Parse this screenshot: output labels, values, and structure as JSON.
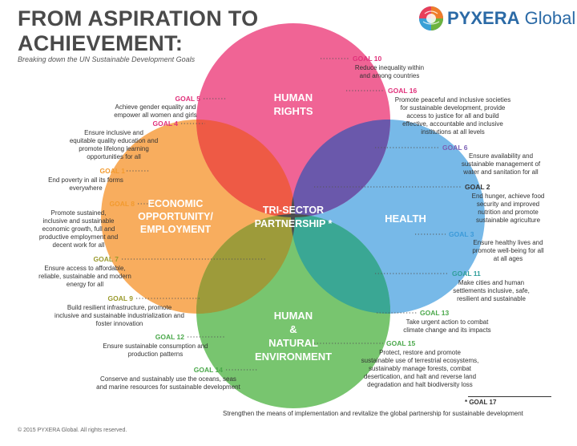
{
  "header": {
    "title_line1": "FROM ASPIRATION TO",
    "title_line2": "ACHIEVEMENT:",
    "subtitle": "Breaking down the UN Sustainable Development Goals"
  },
  "logo": {
    "brand_bold": "PYXERA",
    "brand_light": "Global",
    "icon": "globe-icon"
  },
  "circles": {
    "human_rights": {
      "line1": "HUMAN",
      "line2": "RIGHTS",
      "color": "#ef5c8f"
    },
    "health": {
      "label": "HEALTH",
      "color": "#6bb3e6"
    },
    "economic": {
      "line1": "ECONOMIC",
      "line2": "OPPORTUNITY/",
      "line3": "EMPLOYMENT",
      "color": "#f7a650"
    },
    "environment": {
      "line1": "HUMAN",
      "line2": "&",
      "line3": "NATURAL",
      "line4": "ENVIRONMENT",
      "color": "#6cc063"
    },
    "center": {
      "line1": "TRI-SECTOR",
      "line2": "PARTNERSHIP *",
      "color": "#4d4d4d"
    }
  },
  "goals": {
    "g10": {
      "label": "GOAL 10",
      "desc1": "Reduce inequality within",
      "desc2": "and among countries",
      "color": "#e0307a"
    },
    "g16": {
      "label": "GOAL 16",
      "desc1": "Promote peaceful and inclusive societies",
      "desc2": "for sustainable development, provide",
      "desc3": "access to justice for all and build",
      "desc4": "effective, accountable and inclusive",
      "desc5": "institutions at all levels",
      "color": "#e0307a"
    },
    "g5": {
      "label": "GOAL 5",
      "desc1": "Achieve gender equality and",
      "desc2": "empower all women and girls",
      "color": "#e0307a"
    },
    "g4": {
      "label": "GOAL 4",
      "desc1": "Ensure inclusive and",
      "desc2": "equitable quality education and",
      "desc3": "promote lifelong learning",
      "desc4": "opportunities for all",
      "color": "#e0307a"
    },
    "g6": {
      "label": "GOAL 6",
      "desc1": "Ensure availability and",
      "desc2": "sustainable management of",
      "desc3": "water and sanitation for all",
      "color": "#7a5fb4"
    },
    "g1": {
      "label": "GOAL 1",
      "desc1": "End poverty in all its forms",
      "desc2": "everywhere",
      "color": "#f29a2e"
    },
    "g2": {
      "label": "GOAL 2",
      "desc1": "End hunger, achieve food",
      "desc2": "security and improved",
      "desc3": "nutrition and promote",
      "desc4": "sustainable agriculture",
      "color": "#333333"
    },
    "g8": {
      "label": "GOAL 8",
      "desc1": "Promote sustained,",
      "desc2": "inclusive and sustainable",
      "desc3": "economic growth, full and",
      "desc4": "productive employment and",
      "desc5": "decent work for all",
      "color": "#f29a2e"
    },
    "g3": {
      "label": "GOAL 3",
      "desc1": "Ensure healthy lives and",
      "desc2": "promote well-being for all",
      "desc3": "at all ages",
      "color": "#3b9ad9"
    },
    "g7": {
      "label": "GOAL 7",
      "desc1": "Ensure access to affordable,",
      "desc2": "reliable, sustainable and modern",
      "desc3": "energy for all",
      "color": "#9a9a2c"
    },
    "g11": {
      "label": "GOAL 11",
      "desc1": "Make cities and human",
      "desc2": "settlements inclusive, safe,",
      "desc3": "resilient and sustainable",
      "color": "#2f9e9a"
    },
    "g9": {
      "label": "GOAL 9",
      "desc1": "Build resilient infrastructure, promote",
      "desc2": "inclusive and sustainable industrialization and",
      "desc3": "foster innovation",
      "color": "#9a9a2c"
    },
    "g13": {
      "label": "GOAL 13",
      "desc1": "Take urgent action to combat",
      "desc2": "climate change and its impacts",
      "color": "#4aa84a"
    },
    "g12": {
      "label": "GOAL 12",
      "desc1": "Ensure sustainable consumption and",
      "desc2": "production patterns",
      "color": "#4aa84a"
    },
    "g15": {
      "label": "GOAL 15",
      "desc1": "Protect, restore and promote",
      "desc2": "sustainable use of terrestrial ecosystems,",
      "desc3": "sustainably manage forests, combat",
      "desc4": "desertication, and halt and reverse land",
      "desc5": "degradation and halt biodiversity loss",
      "color": "#4aa84a"
    },
    "g14": {
      "label": "GOAL 14",
      "desc1": "Conserve and sustainably use the oceans, seas",
      "desc2": "and marine resources for sustainable development",
      "color": "#4aa84a"
    },
    "g17": {
      "label": "* GOAL 17",
      "desc": "Strengthen the means of implementation and revitalize the global partnership for sustainable development"
    }
  },
  "footer": {
    "copyright": "© 2015 PYXERA Global. All rights reserved."
  }
}
